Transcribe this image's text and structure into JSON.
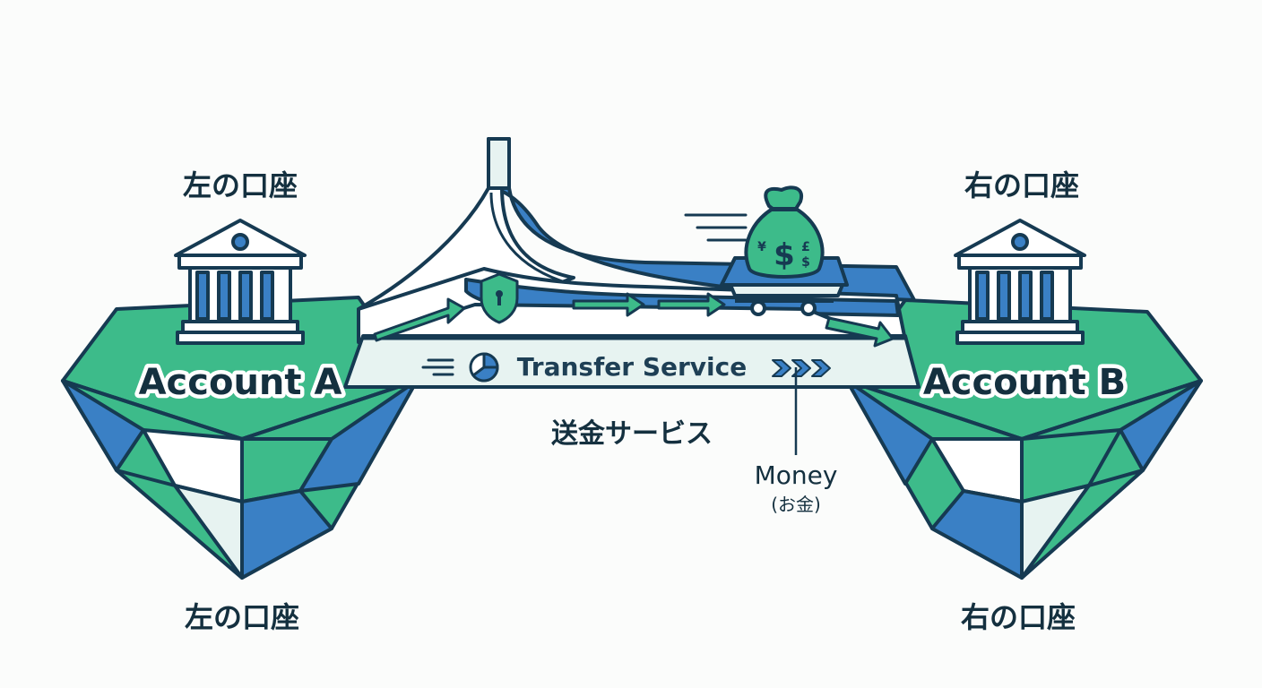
{
  "left": {
    "top_label": "左の口座",
    "account_label": "Account A",
    "bottom_label": "左の口座"
  },
  "right": {
    "top_label": "右の口座",
    "account_label": "Account B",
    "bottom_label": "右の口座"
  },
  "bridge": {
    "service_label": "Transfer Service",
    "service_label_ja": "送金サービス"
  },
  "money": {
    "label": "Money",
    "label_ja": "(お金)",
    "bag_symbol": "$",
    "bag_currency_1": "¥",
    "bag_currency_2": "£",
    "bag_currency_3": "$"
  },
  "icons": [
    "bank-icon",
    "shield-lock-icon",
    "pie-chart-icon",
    "money-bag-icon",
    "arrow-right-icon"
  ],
  "colors": {
    "outline": "#163a52",
    "green": "#3dbb8a",
    "blue": "#3a80c5",
    "light": "#e7f3f1",
    "bridge_fill": "#ffffff"
  }
}
